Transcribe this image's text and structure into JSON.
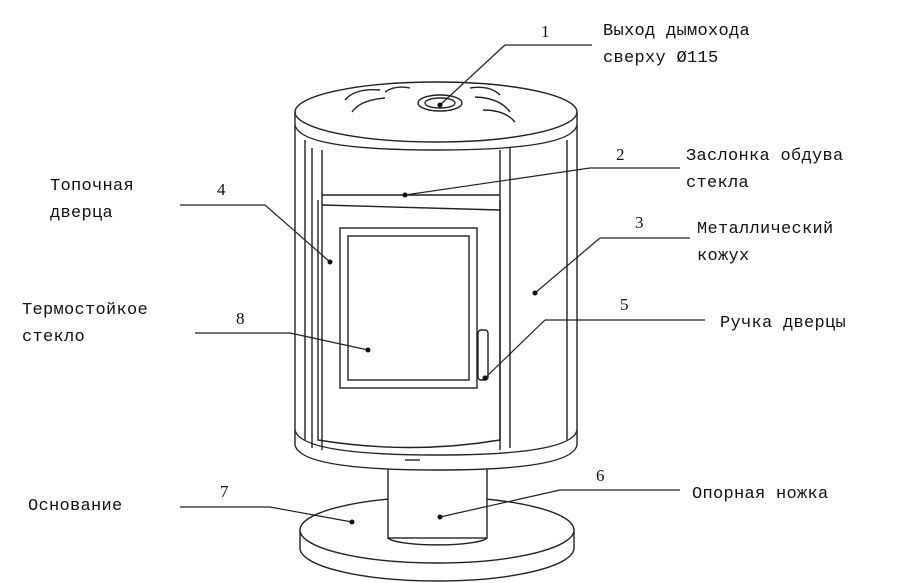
{
  "callouts": [
    {
      "number": "1",
      "lines": [
        "Выход дымохода",
        "сверху Ø115"
      ]
    },
    {
      "number": "2",
      "lines": [
        "Заслонка обдува",
        "стекла"
      ]
    },
    {
      "number": "3",
      "lines": [
        "Металлический",
        "кожух"
      ]
    },
    {
      "number": "4",
      "lines": [
        "Топочная",
        "дверца"
      ]
    },
    {
      "number": "5",
      "lines": [
        "Ручка дверцы"
      ]
    },
    {
      "number": "6",
      "lines": [
        "Опорная ножка"
      ]
    },
    {
      "number": "7",
      "lines": [
        "Основание"
      ]
    },
    {
      "number": "8",
      "lines": [
        "Термостойкое",
        "стекло"
      ]
    }
  ]
}
